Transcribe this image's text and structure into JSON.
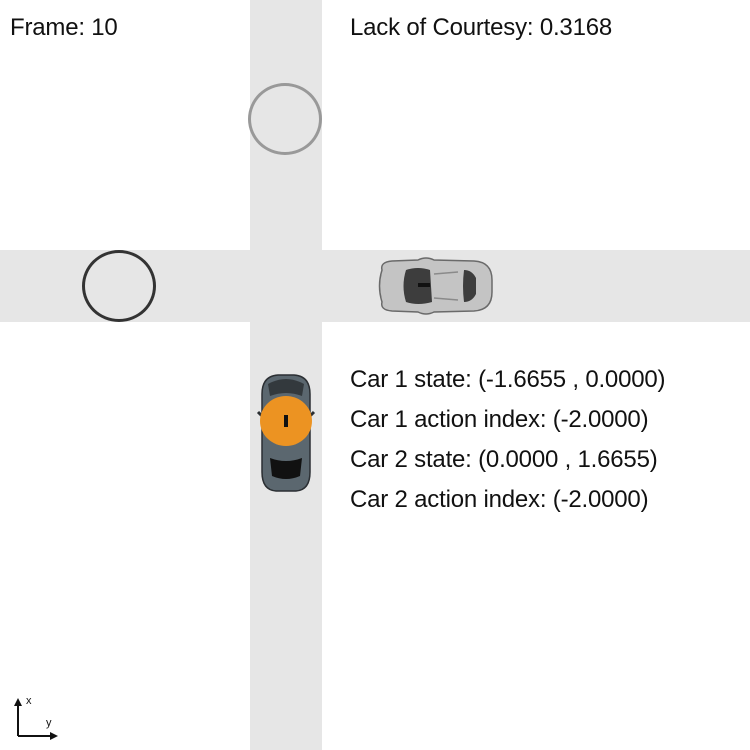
{
  "hud": {
    "frame_text": "Frame: 10",
    "courtesy_text": "Lack of Courtesy: 0.3168"
  },
  "info": {
    "car1_state": "Car 1 state: (-1.6655 , 0.0000)",
    "car1_action": "Car 1 action index: (-2.0000)",
    "car2_state": "Car 2 state: (0.0000 , 1.6655)",
    "car2_action": "Car 2 action index: (-2.0000)"
  },
  "axes": {
    "x_label": "x",
    "y_label": "y"
  },
  "colors": {
    "road": "#e6e6e6",
    "car1_marker": "#ec9322",
    "car1_body": "#5b676f",
    "car2_body": "#c4c4c4",
    "goal_car1_ring": "#999999",
    "goal_car2_ring": "#333333"
  },
  "icons": {
    "car1": "top-down-car-icon",
    "car2": "top-down-car-icon",
    "goal": "ring-icon"
  }
}
